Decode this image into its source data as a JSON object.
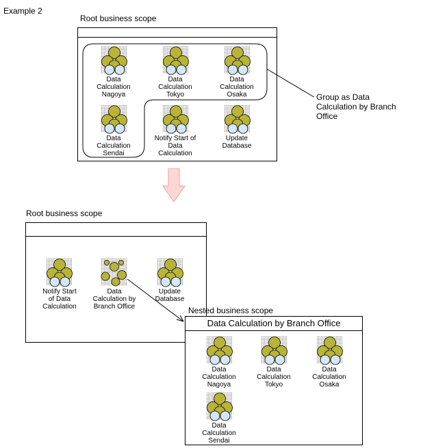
{
  "title": "Example 2",
  "top": {
    "scope_title": "Root business scope",
    "nodes": {
      "n1": "Data\nCalculation\nNagoya",
      "n2": "Data\nCalculation\nTokyo",
      "n3": "Data\nCalculation\nOsaka",
      "n4": "Data\nCalculation\nSendai",
      "n5": "Notify Start of\nData\nCalculation",
      "n6": "Update\nDatabase"
    },
    "callout": "Group as Data\nCalculation by Branch\nOffice"
  },
  "bottom": {
    "scope_title": "Root business scope",
    "nodes": {
      "n1": "Notify Start\nof Data\nCalculation",
      "n2": "Data\nCalculation by\nBranch Office",
      "n3": "Update\nDatabase"
    }
  },
  "nested": {
    "caption": "Nested business scope",
    "header": "Data Calculation by Branch Office",
    "nodes": {
      "n1": "Data\nCalculation\nNagoya",
      "n2": "Data\nCalculation\nTokyo",
      "n3": "Data\nCalculation\nOsaka",
      "n4": "Data\nCalculation\nSendai"
    }
  },
  "colors": {
    "olive": "#b9b437",
    "lightblue": "#d4e7f7",
    "arrow_fill": "#ffd6d6",
    "arrow_stroke": "#e9a0a0"
  }
}
